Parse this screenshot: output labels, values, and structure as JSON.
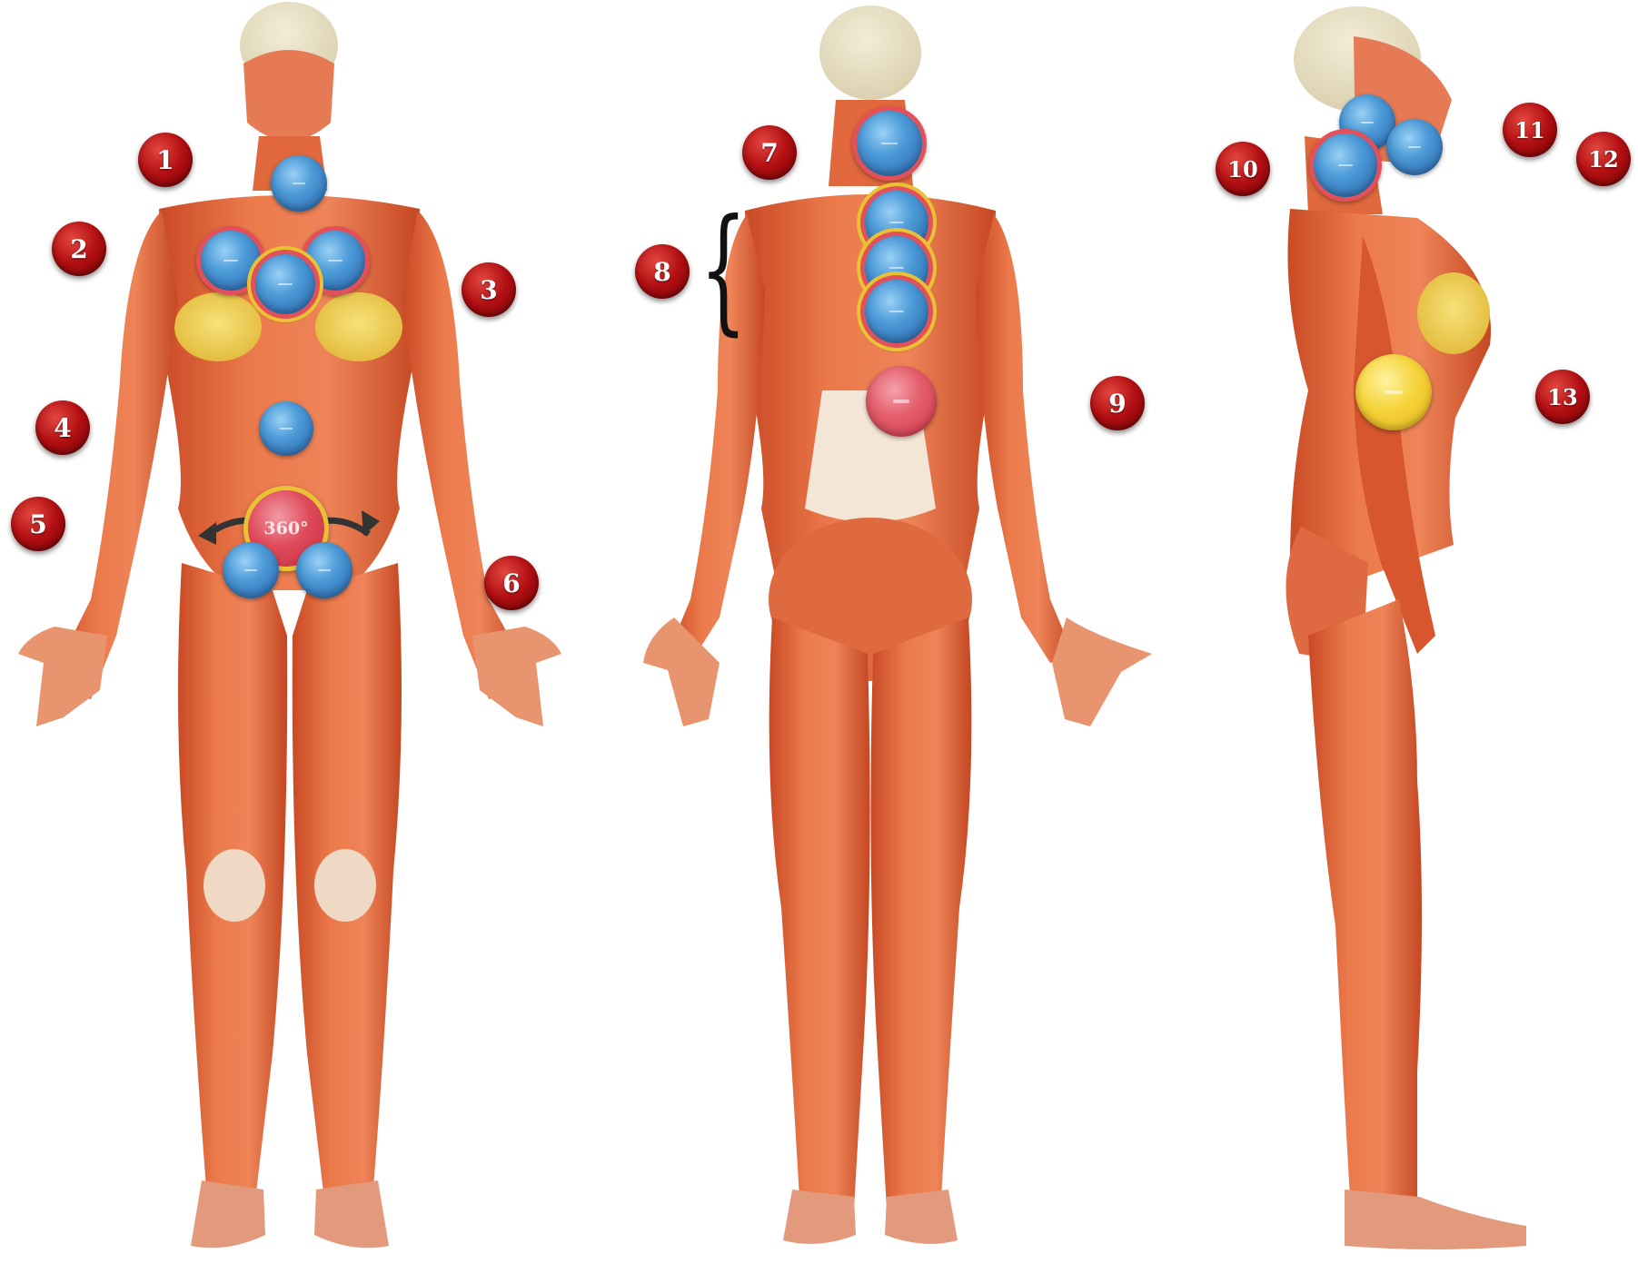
{
  "figure": {
    "markers": [
      {
        "id": "marker-1",
        "label": "1"
      },
      {
        "id": "marker-2",
        "label": "2"
      },
      {
        "id": "marker-3",
        "label": "3"
      },
      {
        "id": "marker-4",
        "label": "4"
      },
      {
        "id": "marker-5",
        "label": "5"
      },
      {
        "id": "marker-6",
        "label": "6"
      },
      {
        "id": "marker-7",
        "label": "7"
      },
      {
        "id": "marker-8",
        "label": "8"
      },
      {
        "id": "marker-9",
        "label": "9"
      },
      {
        "id": "marker-10",
        "label": "10"
      },
      {
        "id": "marker-11",
        "label": "11"
      },
      {
        "id": "marker-12",
        "label": "12"
      },
      {
        "id": "marker-13",
        "label": "13"
      }
    ],
    "rotation_label": "360°",
    "colors": {
      "marker": "#b20f12",
      "pad_blue": "#4d9bd8",
      "pad_red": "#df4a5a",
      "pad_yellow": "#f5d33a",
      "ring_gold": "#e9c233",
      "skin_muscle": "#e0643a"
    }
  }
}
